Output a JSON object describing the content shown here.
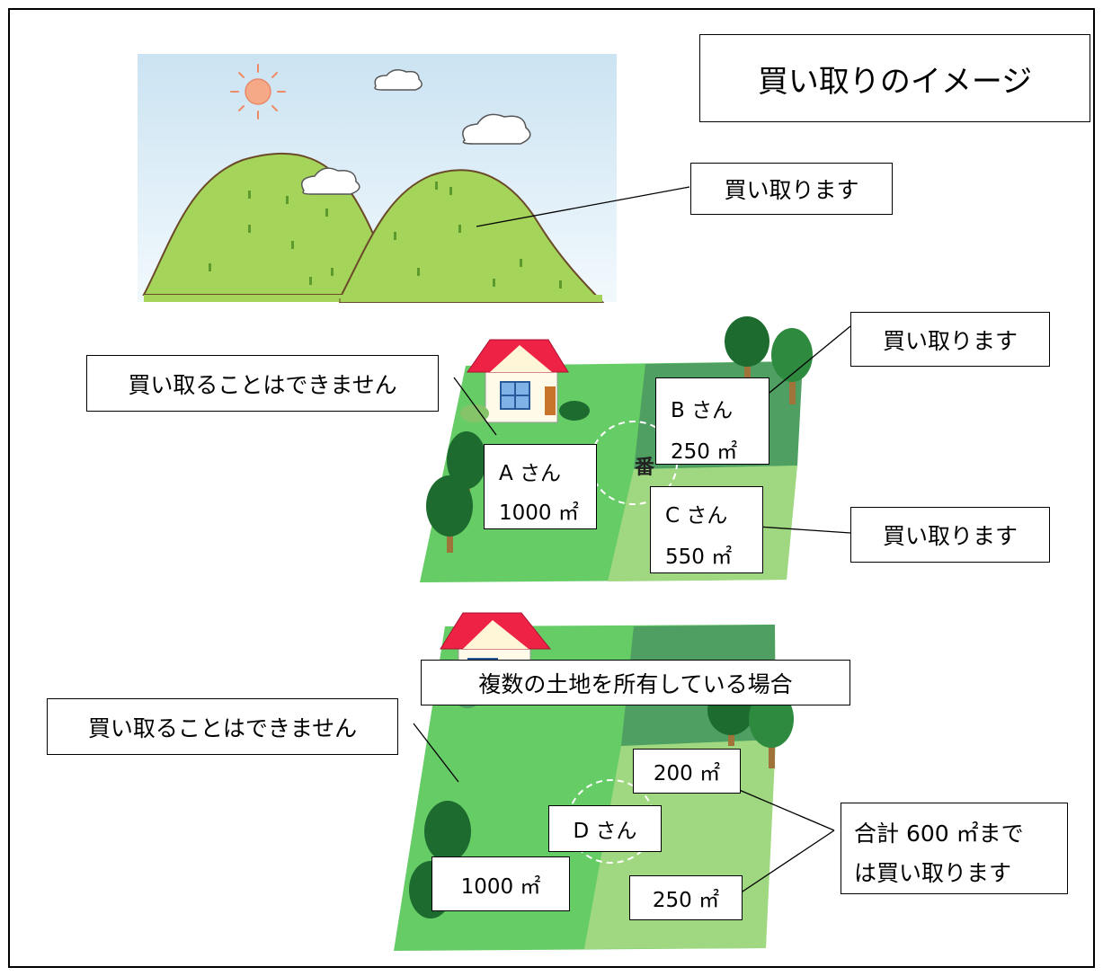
{
  "title": "買い取りのイメージ",
  "callouts": {
    "mountain": "買い取ります",
    "a_refuse": "買い取ることはできません",
    "b_buy": "買い取ります",
    "c_buy": "買い取ります",
    "section_title": "複数の土地を所有している場合",
    "d_refuse": "買い取ることはできません",
    "total_line1": "合計 600 ㎡まで",
    "total_line2": "は買い取ります"
  },
  "parcels": {
    "a_name": "A さん",
    "a_area": "1000 ㎡",
    "b_name": "B さん",
    "b_area": "250 ㎡",
    "c_name": "C さん",
    "c_area": "550 ㎡",
    "d_name": "D さん",
    "d_area_main": "1000 ㎡",
    "d_area_top": "200 ㎡",
    "d_area_bottom": "250 ㎡"
  },
  "lot_number_mark": "番"
}
